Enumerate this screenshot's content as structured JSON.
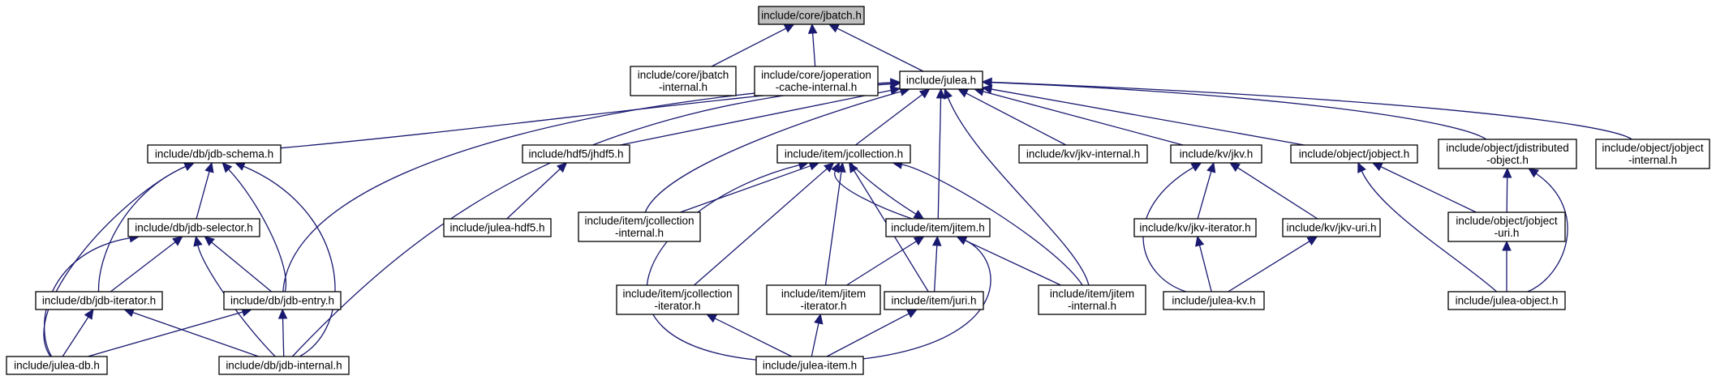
{
  "nodes": [
    {
      "id": "jbatch",
      "lines": [
        "include/core/jbatch.h"
      ],
      "current": true
    },
    {
      "id": "jbatch_internal",
      "lines": [
        "include/core/jbatch",
        "-internal.h"
      ]
    },
    {
      "id": "joperation_cache",
      "lines": [
        "include/core/joperation",
        "-cache-internal.h"
      ]
    },
    {
      "id": "julea",
      "lines": [
        "include/julea.h"
      ]
    },
    {
      "id": "jdb_schema",
      "lines": [
        "include/db/jdb-schema.h"
      ]
    },
    {
      "id": "jhdf5",
      "lines": [
        "include/hdf5/jhdf5.h"
      ]
    },
    {
      "id": "jcollection",
      "lines": [
        "include/item/jcollection.h"
      ]
    },
    {
      "id": "jkv_internal",
      "lines": [
        "include/kv/jkv-internal.h"
      ]
    },
    {
      "id": "jkv",
      "lines": [
        "include/kv/jkv.h"
      ]
    },
    {
      "id": "jobject",
      "lines": [
        "include/object/jobject.h"
      ]
    },
    {
      "id": "jdistributed_object",
      "lines": [
        "include/object/jdistributed",
        "-object.h"
      ]
    },
    {
      "id": "jobject_internal",
      "lines": [
        "include/object/jobject",
        "-internal.h"
      ]
    },
    {
      "id": "jdb_selector",
      "lines": [
        "include/db/jdb-selector.h"
      ]
    },
    {
      "id": "julea_hdf5",
      "lines": [
        "include/julea-hdf5.h"
      ]
    },
    {
      "id": "jcollection_internal",
      "lines": [
        "include/item/jcollection",
        "-internal.h"
      ]
    },
    {
      "id": "jitem",
      "lines": [
        "include/item/jitem.h"
      ]
    },
    {
      "id": "jkv_iterator",
      "lines": [
        "include/kv/jkv-iterator.h"
      ]
    },
    {
      "id": "jkv_uri",
      "lines": [
        "include/kv/jkv-uri.h"
      ]
    },
    {
      "id": "jobject_uri",
      "lines": [
        "include/object/jobject",
        "-uri.h"
      ]
    },
    {
      "id": "jdb_iterator",
      "lines": [
        "include/db/jdb-iterator.h"
      ]
    },
    {
      "id": "jdb_entry",
      "lines": [
        "include/db/jdb-entry.h"
      ]
    },
    {
      "id": "jcollection_iterator",
      "lines": [
        "include/item/jcollection",
        "-iterator.h"
      ]
    },
    {
      "id": "jitem_iterator",
      "lines": [
        "include/item/jitem",
        "-iterator.h"
      ]
    },
    {
      "id": "juri",
      "lines": [
        "include/item/juri.h"
      ]
    },
    {
      "id": "jitem_internal",
      "lines": [
        "include/item/jitem",
        "-internal.h"
      ]
    },
    {
      "id": "julea_kv",
      "lines": [
        "include/julea-kv.h"
      ]
    },
    {
      "id": "julea_object",
      "lines": [
        "include/julea-object.h"
      ]
    },
    {
      "id": "julea_db",
      "lines": [
        "include/julea-db.h"
      ]
    },
    {
      "id": "jdb_internal",
      "lines": [
        "include/db/jdb-internal.h"
      ]
    },
    {
      "id": "julea_item",
      "lines": [
        "include/julea-item.h"
      ]
    }
  ],
  "edges": [
    [
      "jbatch",
      "jbatch_internal"
    ],
    [
      "jbatch",
      "joperation_cache"
    ],
    [
      "jbatch",
      "julea"
    ],
    [
      "julea",
      "jdb_schema"
    ],
    [
      "julea",
      "jhdf5"
    ],
    [
      "julea",
      "jcollection"
    ],
    [
      "julea",
      "jkv_internal"
    ],
    [
      "julea",
      "jkv"
    ],
    [
      "julea",
      "jobject"
    ],
    [
      "julea",
      "jdistributed_object"
    ],
    [
      "julea",
      "jobject_internal"
    ],
    [
      "julea",
      "jcollection_internal"
    ],
    [
      "julea",
      "jitem"
    ],
    [
      "julea",
      "jitem_internal"
    ],
    [
      "julea",
      "jdb_entry"
    ],
    [
      "julea",
      "jdb_internal"
    ],
    [
      "jdb_schema",
      "jdb_selector"
    ],
    [
      "jdb_schema",
      "jdb_iterator"
    ],
    [
      "jdb_schema",
      "jdb_entry"
    ],
    [
      "jdb_schema",
      "julea_db"
    ],
    [
      "jdb_schema",
      "jdb_internal"
    ],
    [
      "jdb_selector",
      "jdb_iterator"
    ],
    [
      "jdb_selector",
      "jdb_entry"
    ],
    [
      "jdb_selector",
      "julea_db"
    ],
    [
      "jdb_selector",
      "jdb_internal"
    ],
    [
      "jdb_iterator",
      "julea_db"
    ],
    [
      "jdb_iterator",
      "jdb_internal"
    ],
    [
      "jdb_entry",
      "julea_db"
    ],
    [
      "jdb_entry",
      "jdb_internal"
    ],
    [
      "jhdf5",
      "julea_hdf5"
    ],
    [
      "jcollection",
      "jcollection_internal"
    ],
    [
      "jcollection",
      "jitem"
    ],
    [
      "jcollection",
      "jcollection_iterator"
    ],
    [
      "jcollection",
      "jitem_iterator"
    ],
    [
      "jcollection",
      "juri"
    ],
    [
      "jcollection",
      "jitem_internal"
    ],
    [
      "jcollection",
      "julea_item"
    ],
    [
      "jitem",
      "jcollection"
    ],
    [
      "jitem",
      "jitem_iterator"
    ],
    [
      "jitem",
      "juri"
    ],
    [
      "jitem",
      "jitem_internal"
    ],
    [
      "jitem",
      "julea_item"
    ],
    [
      "jcollection_iterator",
      "julea_item"
    ],
    [
      "jitem_iterator",
      "julea_item"
    ],
    [
      "juri",
      "julea_item"
    ],
    [
      "jkv",
      "jkv_iterator"
    ],
    [
      "jkv",
      "jkv_uri"
    ],
    [
      "jkv",
      "julea_kv"
    ],
    [
      "jkv_iterator",
      "julea_kv"
    ],
    [
      "jkv_uri",
      "julea_kv"
    ],
    [
      "jobject",
      "jobject_uri"
    ],
    [
      "jobject",
      "julea_object"
    ],
    [
      "jdistributed_object",
      "jobject_uri"
    ],
    [
      "jdistributed_object",
      "julea_object"
    ],
    [
      "jobject_uri",
      "julea_object"
    ]
  ],
  "colors": {
    "edge": "#191970",
    "current_fill": "#bfbfbf",
    "node_fill": "#ffffff",
    "node_stroke": "#000000"
  }
}
